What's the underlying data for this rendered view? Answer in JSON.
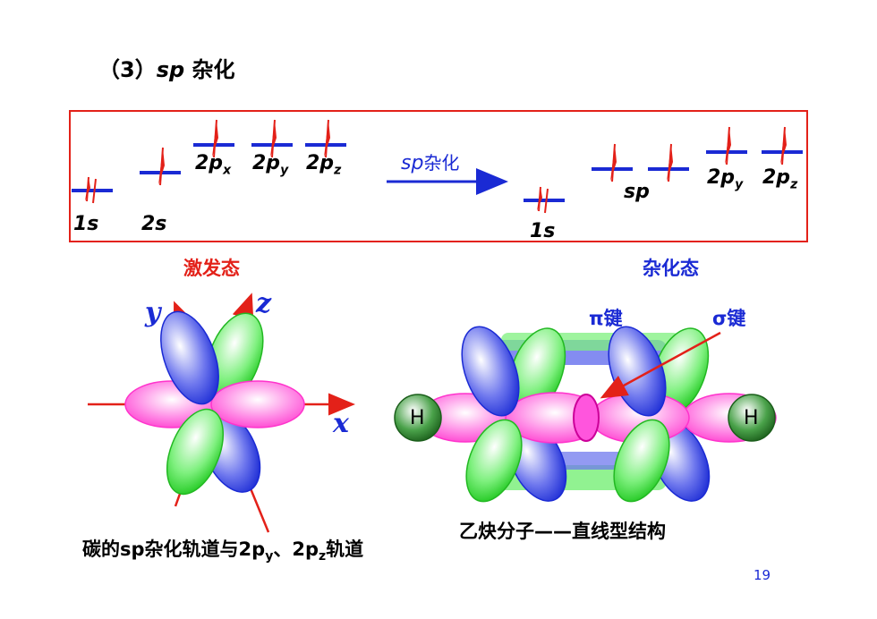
{
  "title": {
    "prefix": "（3）",
    "sp": "sp",
    "suffix": " 杂化"
  },
  "diagram": {
    "excited": {
      "s1": "1s",
      "s2": "2s",
      "p_main": "2p",
      "px": "x",
      "py": "y",
      "pz": "z"
    },
    "arrow": {
      "sp": "sp",
      "text": "杂化"
    },
    "hybrid": {
      "s1": "1s",
      "sp": "sp",
      "p_main": "2p",
      "py": "y",
      "pz": "z"
    },
    "excited_label": "激发态",
    "hybrid_label": "杂化态"
  },
  "left_figure": {
    "y_axis": "y",
    "z_axis": "z",
    "x_axis": "x",
    "caption_prefix": "碳的sp杂化轨道与2p",
    "caption_sub1": "y",
    "caption_mid": "、2p",
    "caption_sub2": "z",
    "caption_suffix": "轨道"
  },
  "right_figure": {
    "pi_label": "π键",
    "sigma_label": "σ键",
    "h_left": "H",
    "h_right": "H",
    "caption": "乙炔分子——直线型结构"
  },
  "page_number": "19",
  "colors": {
    "red": "#e32119",
    "blue": "#1a2ad4",
    "magenta": "#ff33cc",
    "green": "#33dd33"
  }
}
